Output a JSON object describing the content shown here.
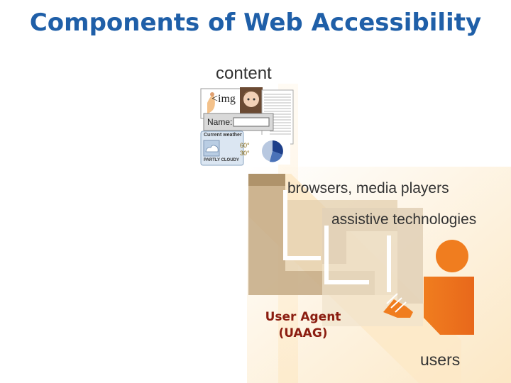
{
  "title": "Components of Web Accessibility",
  "labels": {
    "content": "content",
    "browsers": "browsers, media players",
    "assistive": "assistive technologies",
    "users": "users"
  },
  "uaag": {
    "line1": "User Agent",
    "line2": "(UAAG)"
  },
  "content_card": {
    "img_tag": "<img",
    "name_label": "Name:",
    "weather_title": "Current weather",
    "temp_high": "60°",
    "temp_low": "30°",
    "condition": "PARTLY CLOUDY"
  },
  "colors": {
    "title": "#1f5fa8",
    "uaag_text": "#8b1d10",
    "user_figure": "#e9711c",
    "path_light": "#fbe6c4",
    "frame_tan": "#cdb592"
  }
}
